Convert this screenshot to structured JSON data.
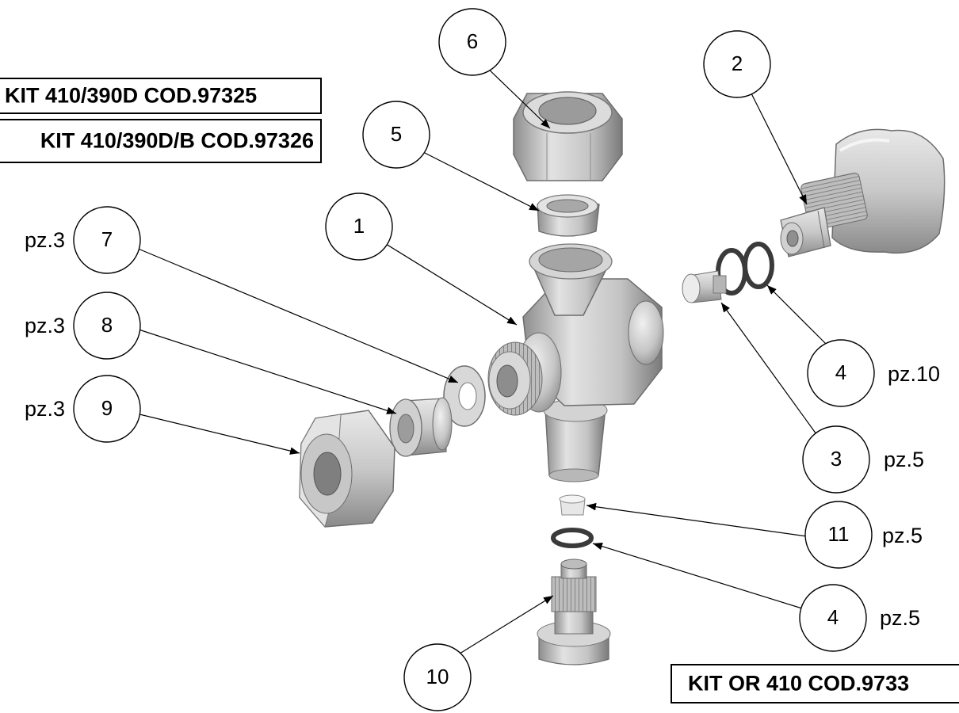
{
  "kits": {
    "kit1": "KIT 410/390D COD.97325",
    "kit2": "KIT 410/390D/B COD.97326",
    "kit3": "KIT OR 410 COD.9733"
  },
  "callouts": {
    "c1": {
      "number": "1",
      "qty": ""
    },
    "c2": {
      "number": "2",
      "qty": ""
    },
    "c3": {
      "number": "3",
      "qty": "pz.5"
    },
    "c4a": {
      "number": "4",
      "qty": "pz.10"
    },
    "c4b": {
      "number": "4",
      "qty": "pz.5"
    },
    "c5": {
      "number": "5",
      "qty": ""
    },
    "c6": {
      "number": "6",
      "qty": ""
    },
    "c7": {
      "number": "7",
      "qty": "pz.3"
    },
    "c8": {
      "number": "8",
      "qty": "pz.3"
    },
    "c9": {
      "number": "9",
      "qty": "pz.3"
    },
    "c10": {
      "number": "10",
      "qty": ""
    },
    "c11": {
      "number": "11",
      "qty": "pz.5"
    }
  }
}
